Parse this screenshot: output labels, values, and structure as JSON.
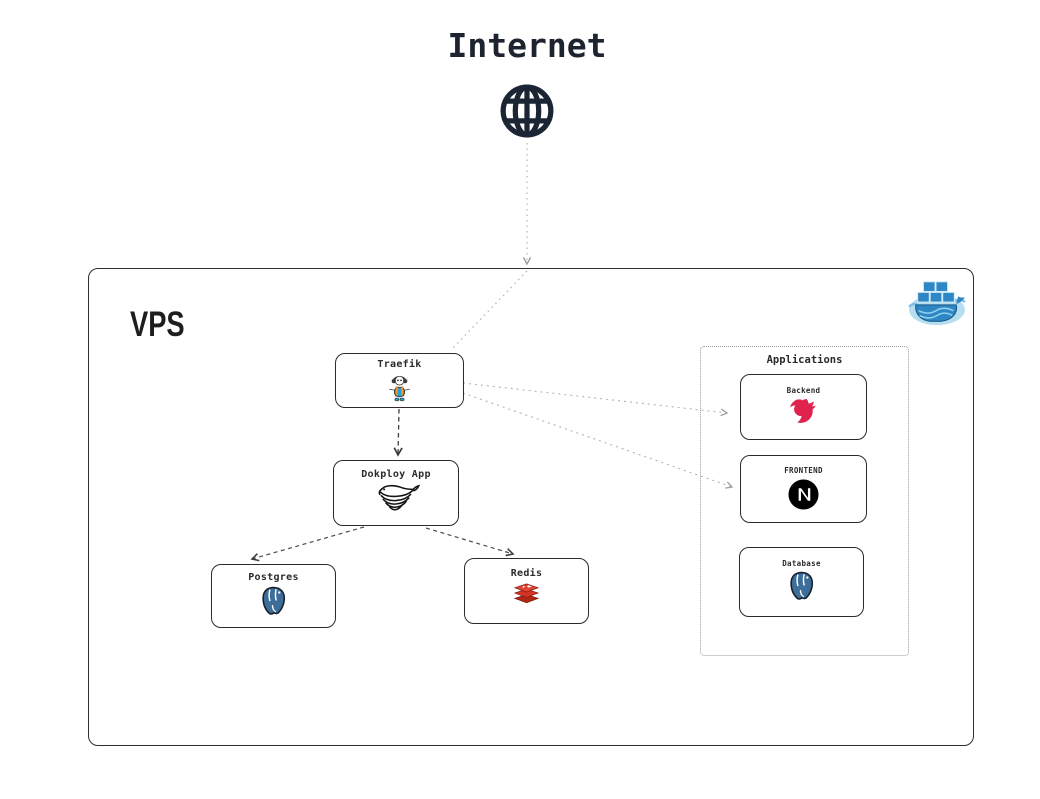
{
  "diagram": {
    "internet": {
      "title": "Internet",
      "icon": "globe-icon"
    },
    "vps": {
      "label": "VPS",
      "badge_icon": "docker-logo",
      "nodes": {
        "traefik": {
          "label": "Traefik",
          "icon": "traefik-mascot-icon"
        },
        "dokploy": {
          "label": "Dokploy App",
          "icon": "dokploy-whale-icon"
        },
        "postgres": {
          "label": "Postgres",
          "icon": "postgresql-elephant-icon"
        },
        "redis": {
          "label": "Redis",
          "icon": "redis-stack-icon"
        }
      },
      "applications": {
        "label": "Applications",
        "nodes": {
          "backend": {
            "label": "Backend",
            "icon": "nestjs-logo-icon"
          },
          "frontend": {
            "label": "FRONTEND",
            "icon": "nextjs-logo-icon"
          },
          "database": {
            "label": "Database",
            "icon": "postgresql-elephant-icon"
          }
        }
      }
    },
    "edges": [
      {
        "from": "internet-globe",
        "to": "vps-top-edge",
        "style": "dotted-light-arrow"
      },
      {
        "from": "vps-top-edge",
        "to": "traefik",
        "style": "dotted-light"
      },
      {
        "from": "traefik",
        "to": "dokploy",
        "style": "dashed-dark-arrow"
      },
      {
        "from": "dokploy",
        "to": "postgres",
        "style": "dashed-dark-arrow"
      },
      {
        "from": "dokploy",
        "to": "redis",
        "style": "dashed-dark-arrow"
      },
      {
        "from": "traefik",
        "to": "backend",
        "style": "dotted-light-arrow"
      },
      {
        "from": "traefik",
        "to": "frontend",
        "style": "dotted-light-arrow"
      }
    ],
    "colors": {
      "line_light": "#b3b3b3",
      "line_dark": "#3d3d3d",
      "box_border": "#2b2b2b",
      "globe_navy": "#1c2534",
      "nestjs_red": "#e0234e",
      "redis_red": "#d43527",
      "postgres_blue": "#3d6e99",
      "docker_blue": "#2f86c5",
      "traefik_blue": "#2f9ec7",
      "traefik_orange": "#f0953f",
      "nextjs_black": "#000000"
    }
  }
}
